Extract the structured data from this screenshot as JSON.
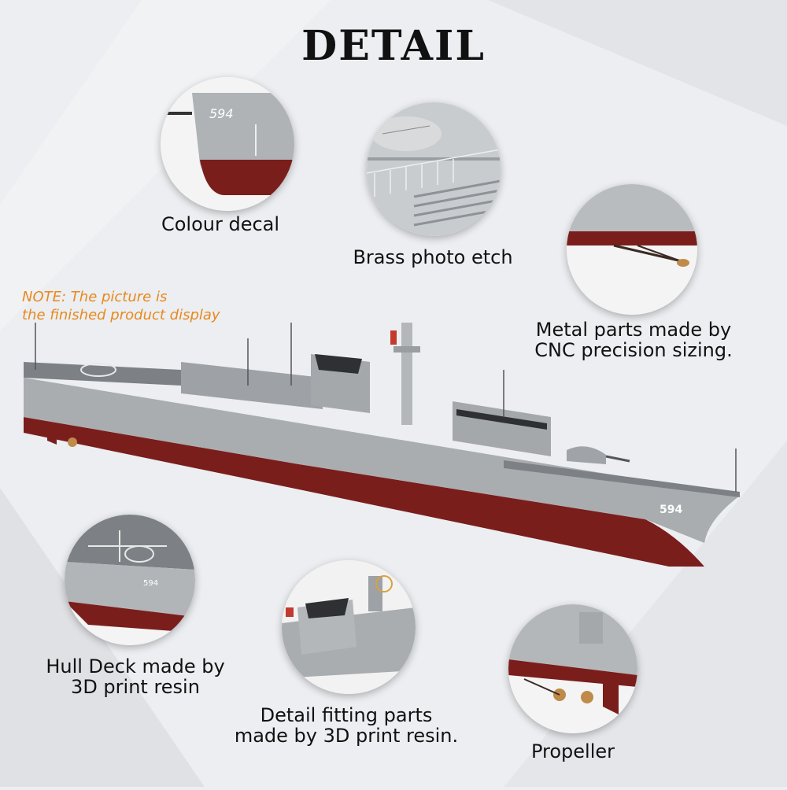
{
  "heading": "DETAIL",
  "note": {
    "line1": "NOTE: The picture is",
    "line2": "the finished product display"
  },
  "hull_number": "594",
  "details": [
    {
      "caption": "Colour decal"
    },
    {
      "caption": "Brass photo etch"
    },
    {
      "caption_line1": "Metal parts made by",
      "caption_line2": "CNC precision sizing."
    },
    {
      "caption_line1": "Hull Deck made by",
      "caption_line2": "3D print resin"
    },
    {
      "caption_line1": "Detail fitting parts",
      "caption_line2": "made by 3D print resin."
    },
    {
      "caption": "Propeller"
    }
  ],
  "colors": {
    "hull_grey": "#a9adb0",
    "deck_grey": "#7d8185",
    "hull_red": "#7a1e1c",
    "note_orange": "#e8891c"
  }
}
